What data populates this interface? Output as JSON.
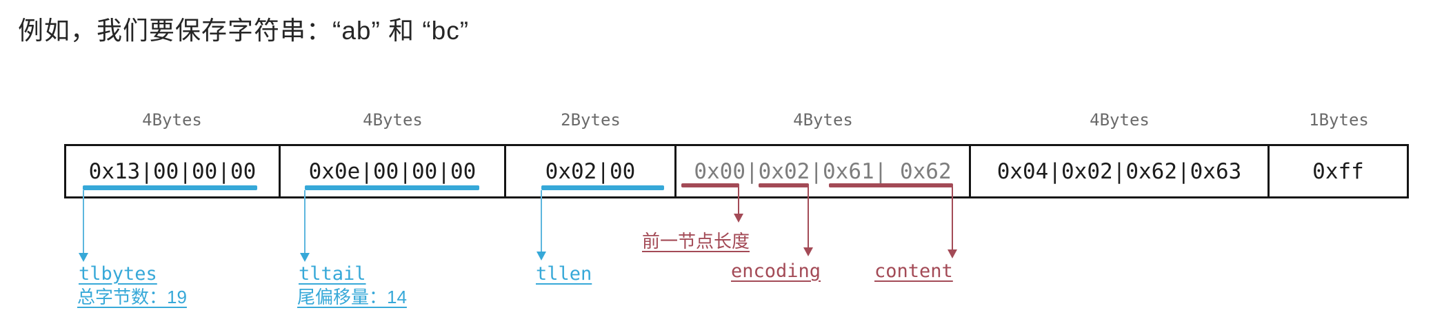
{
  "title": "例如，我们要保存字符串：“ab” 和 “bc”",
  "colors": {
    "accent_blue": "#36a8d8",
    "accent_maroon": "#a34a56",
    "table_border": "#141414",
    "muted_text": "#7d7d7d",
    "size_label_text": "#6a6a6a"
  },
  "table": {
    "cells": [
      {
        "size_label": "4Bytes",
        "value": "0x13|00|00|00"
      },
      {
        "size_label": "4Bytes",
        "value": "0x0e|00|00|00"
      },
      {
        "size_label": "2Bytes",
        "value": "0x02|00"
      },
      {
        "size_label": "4Bytes",
        "value": "0x00|0x02|0x61| 0x62"
      },
      {
        "size_label": "4Bytes",
        "value": "0x04|0x02|0x62|0x63"
      },
      {
        "size_label": "1Bytes",
        "value": "0xff"
      }
    ]
  },
  "annotations": {
    "tlbytes": {
      "label": "tlbytes",
      "sublabel": "总字节数：19"
    },
    "tltail": {
      "label": "tltail",
      "sublabel": "尾偏移量：14"
    },
    "tllen": {
      "label": "tllen"
    },
    "prev_node_len": {
      "label": "前一节点长度"
    },
    "encoding": {
      "label": "encoding"
    },
    "content": {
      "label": "content"
    }
  }
}
